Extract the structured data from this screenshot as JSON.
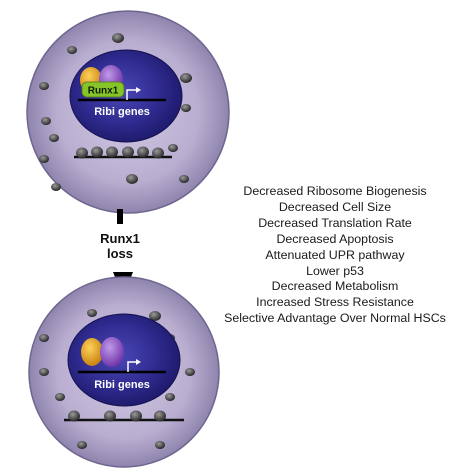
{
  "top_cell": {
    "factor_label": "Runx1",
    "gene_label": "Ribi genes"
  },
  "transition": {
    "line1": "Runx1",
    "line2": "loss"
  },
  "bottom_cell": {
    "gene_label": "Ribi genes"
  },
  "effects": [
    "Decreased Ribosome Biogenesis",
    "Decreased Cell Size",
    "Decreased Translation Rate",
    "Decreased Apoptosis",
    "Attenuated UPR pathway",
    "Lower p53",
    "Decreased Metabolism",
    "Increased Stress Resistance",
    "Selective Advantage Over Normal HSCs"
  ],
  "colors": {
    "cytoplasm": "#b9aed0",
    "nucleus": "#2e2a8e",
    "orange_protein": "#e0a21c",
    "purple_protein": "#8a4cc4",
    "runx1_protein": "#86c42a",
    "ribosome": "#3a3a3a"
  }
}
